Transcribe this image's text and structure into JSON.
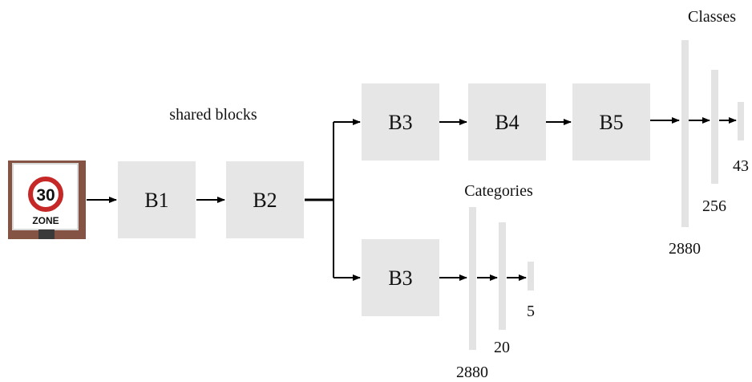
{
  "diagram": {
    "input_image": {
      "speed_number": "30",
      "zone_text": "ZONE"
    },
    "shared_label": "shared blocks",
    "shared_blocks": [
      "B1",
      "B2"
    ],
    "classes_branch": {
      "label": "Classes",
      "blocks": [
        "B3",
        "B4",
        "B5"
      ],
      "layer_sizes": [
        "2880",
        "256",
        "43"
      ]
    },
    "categories_branch": {
      "label": "Categories",
      "blocks": [
        "B3"
      ],
      "layer_sizes": [
        "2880",
        "20",
        "5"
      ]
    },
    "colors": {
      "block_fill": "#e6e6e6",
      "fc_bar": "#e3e3e3",
      "arrow": "#000000",
      "sign_red": "#c62828"
    }
  }
}
